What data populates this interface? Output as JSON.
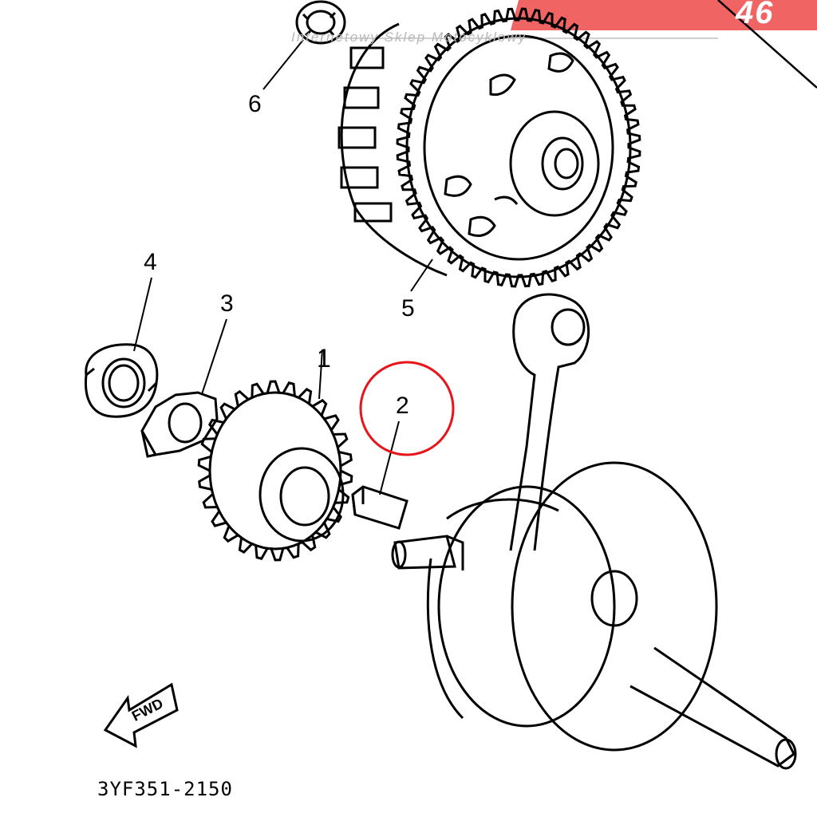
{
  "diagram": {
    "code": "3YF351-2150",
    "fwd_label": "FWD",
    "highlight_color": "#e8141b",
    "watermark": {
      "brand_number": "46",
      "subtitle": "Internetowy Sklep Motocyklowy",
      "accent_color": "#ef4949"
    },
    "callouts": [
      {
        "id": "1",
        "label": "1",
        "part": "primary-drive-gear"
      },
      {
        "id": "2",
        "label": "2",
        "part": "straight-key",
        "highlighted": true
      },
      {
        "id": "3",
        "label": "3",
        "part": "lock-washer"
      },
      {
        "id": "4",
        "label": "4",
        "part": "nut"
      },
      {
        "id": "5",
        "label": "5",
        "part": "primary-driven-gear-clutch-housing"
      },
      {
        "id": "6",
        "label": "6",
        "part": "circlip"
      }
    ]
  }
}
